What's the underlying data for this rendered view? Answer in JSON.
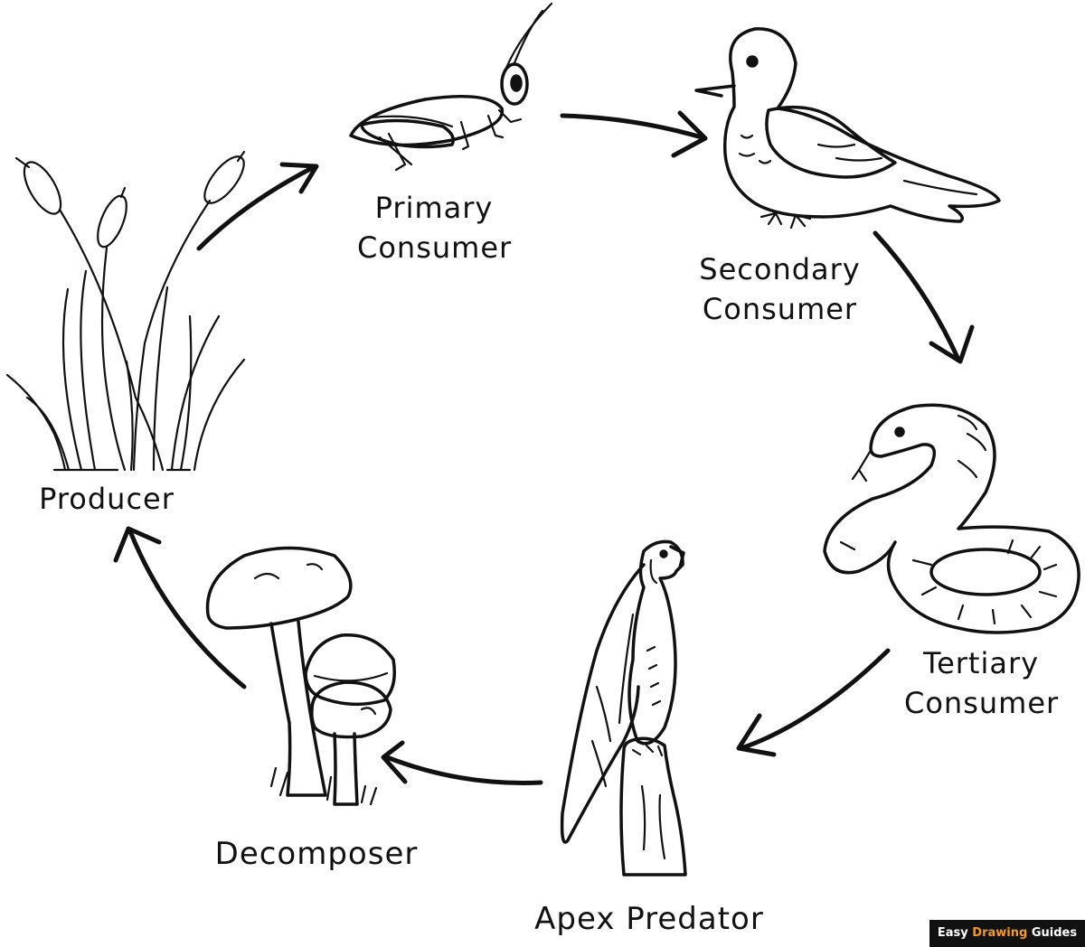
{
  "title": "",
  "nodes": {
    "producer": {
      "label": "Producer"
    },
    "primary": {
      "line1": "Primary",
      "line2": "Consumer"
    },
    "secondary": {
      "line1": "Secondary",
      "line2": "Consumer"
    },
    "tertiary": {
      "line1": "Tertiary",
      "line2": "Consumer"
    },
    "apex": {
      "label": "Apex Predator"
    },
    "decomposer": {
      "label": "Decomposer"
    }
  },
  "edges": [
    {
      "from": "producer",
      "to": "primary"
    },
    {
      "from": "primary",
      "to": "secondary"
    },
    {
      "from": "secondary",
      "to": "tertiary"
    },
    {
      "from": "tertiary",
      "to": "apex"
    },
    {
      "from": "apex",
      "to": "decomposer"
    },
    {
      "from": "decomposer",
      "to": "producer"
    }
  ],
  "illustrations": {
    "producer": "cattail-grass-icon",
    "primary": "grasshopper-icon",
    "secondary": "pigeon-icon",
    "tertiary": "snake-icon",
    "apex": "falcon-icon",
    "decomposer": "mushroom-icon"
  },
  "watermark": {
    "part1": "Easy ",
    "part2": "Drawing",
    "part3": " Guides",
    "accent_color": "#f39a1e"
  }
}
